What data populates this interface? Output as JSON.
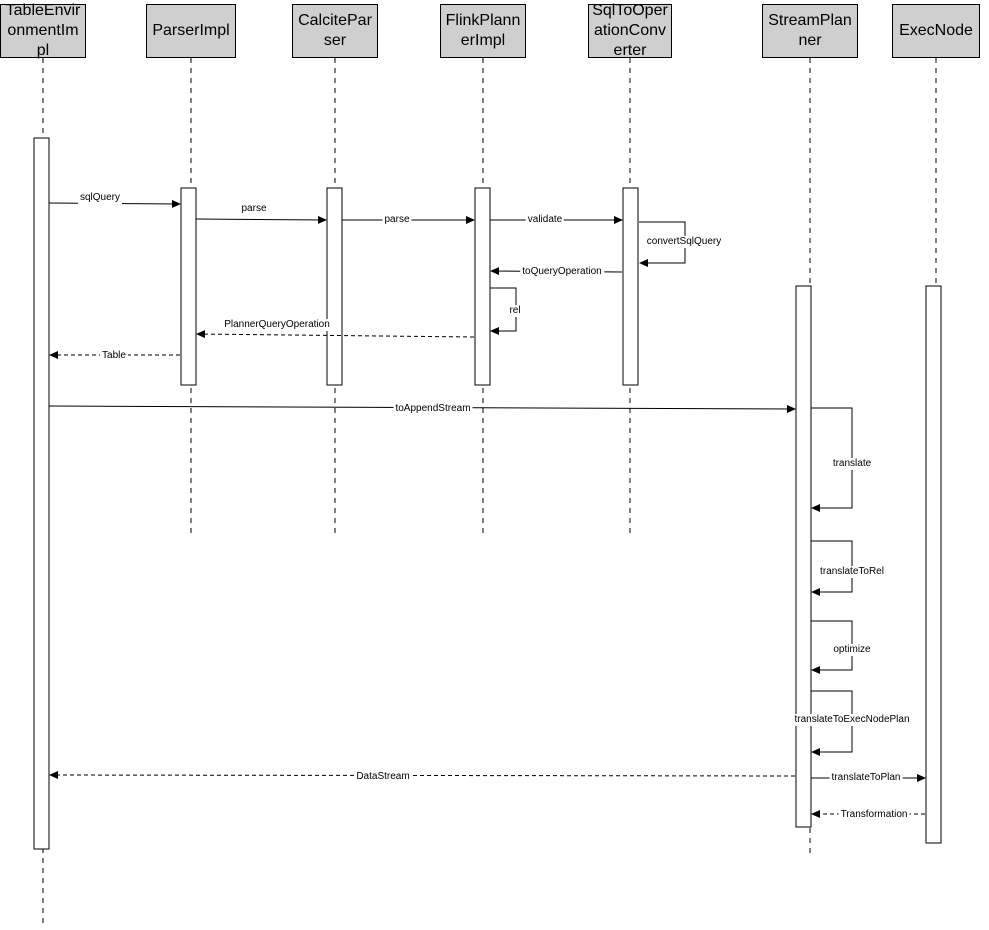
{
  "participants": [
    {
      "id": "te",
      "name": "TableEnvironmentImpl"
    },
    {
      "id": "pi",
      "name": "ParserImpl"
    },
    {
      "id": "cp",
      "name": "CalciteParser"
    },
    {
      "id": "fp",
      "name": "FlinkPlannerImpl"
    },
    {
      "id": "sq",
      "name": "SqlToOperationConverter"
    },
    {
      "id": "sp",
      "name": "StreamPlanner"
    },
    {
      "id": "en",
      "name": "ExecNode"
    }
  ],
  "messages": [
    {
      "id": "sqlquery",
      "label": "sqlQuery",
      "style": "solid"
    },
    {
      "id": "parse1",
      "label": "parse",
      "style": "solid"
    },
    {
      "id": "parse2",
      "label": "parse",
      "style": "solid"
    },
    {
      "id": "validate",
      "label": "validate",
      "style": "solid"
    },
    {
      "id": "convertsql",
      "label": "convertSqlQuery",
      "style": "self"
    },
    {
      "id": "toqueryop",
      "label": "toQueryOperation",
      "style": "solid"
    },
    {
      "id": "rel",
      "label": "rel",
      "style": "self"
    },
    {
      "id": "plannerqo",
      "label": "PlannerQueryOperation",
      "style": "dashed"
    },
    {
      "id": "table",
      "label": "Table",
      "style": "dashed"
    },
    {
      "id": "toappend",
      "label": "toAppendStream",
      "style": "solid"
    },
    {
      "id": "translate",
      "label": "translate",
      "style": "self"
    },
    {
      "id": "translatetorel",
      "label": "translateToRel",
      "style": "self"
    },
    {
      "id": "optimize",
      "label": "optimize",
      "style": "self"
    },
    {
      "id": "toexecplan",
      "label": "translateToExecNodePlan",
      "style": "self"
    },
    {
      "id": "datastream",
      "label": "DataStream",
      "style": "dashed"
    },
    {
      "id": "toplan",
      "label": "translateToPlan",
      "style": "solid"
    },
    {
      "id": "transformation",
      "label": "Transformation",
      "style": "dashed"
    }
  ]
}
